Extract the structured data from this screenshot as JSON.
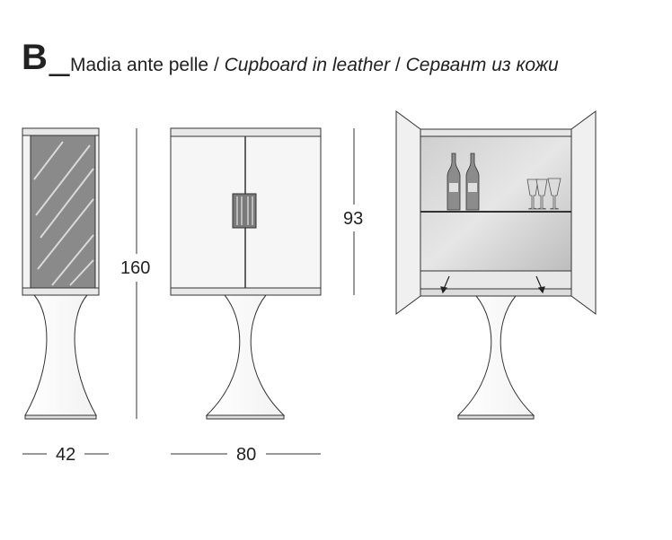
{
  "heading": {
    "letter": "B",
    "underscore": "_",
    "title_it": "Madia ante pelle",
    "sep1": " / ",
    "title_en": "Cupboard in  leather",
    "sep2": " / ",
    "title_ru": "Сервант из кожи"
  },
  "dimensions": {
    "height_total": "160",
    "height_body": "93",
    "depth": "42",
    "width": "80"
  }
}
